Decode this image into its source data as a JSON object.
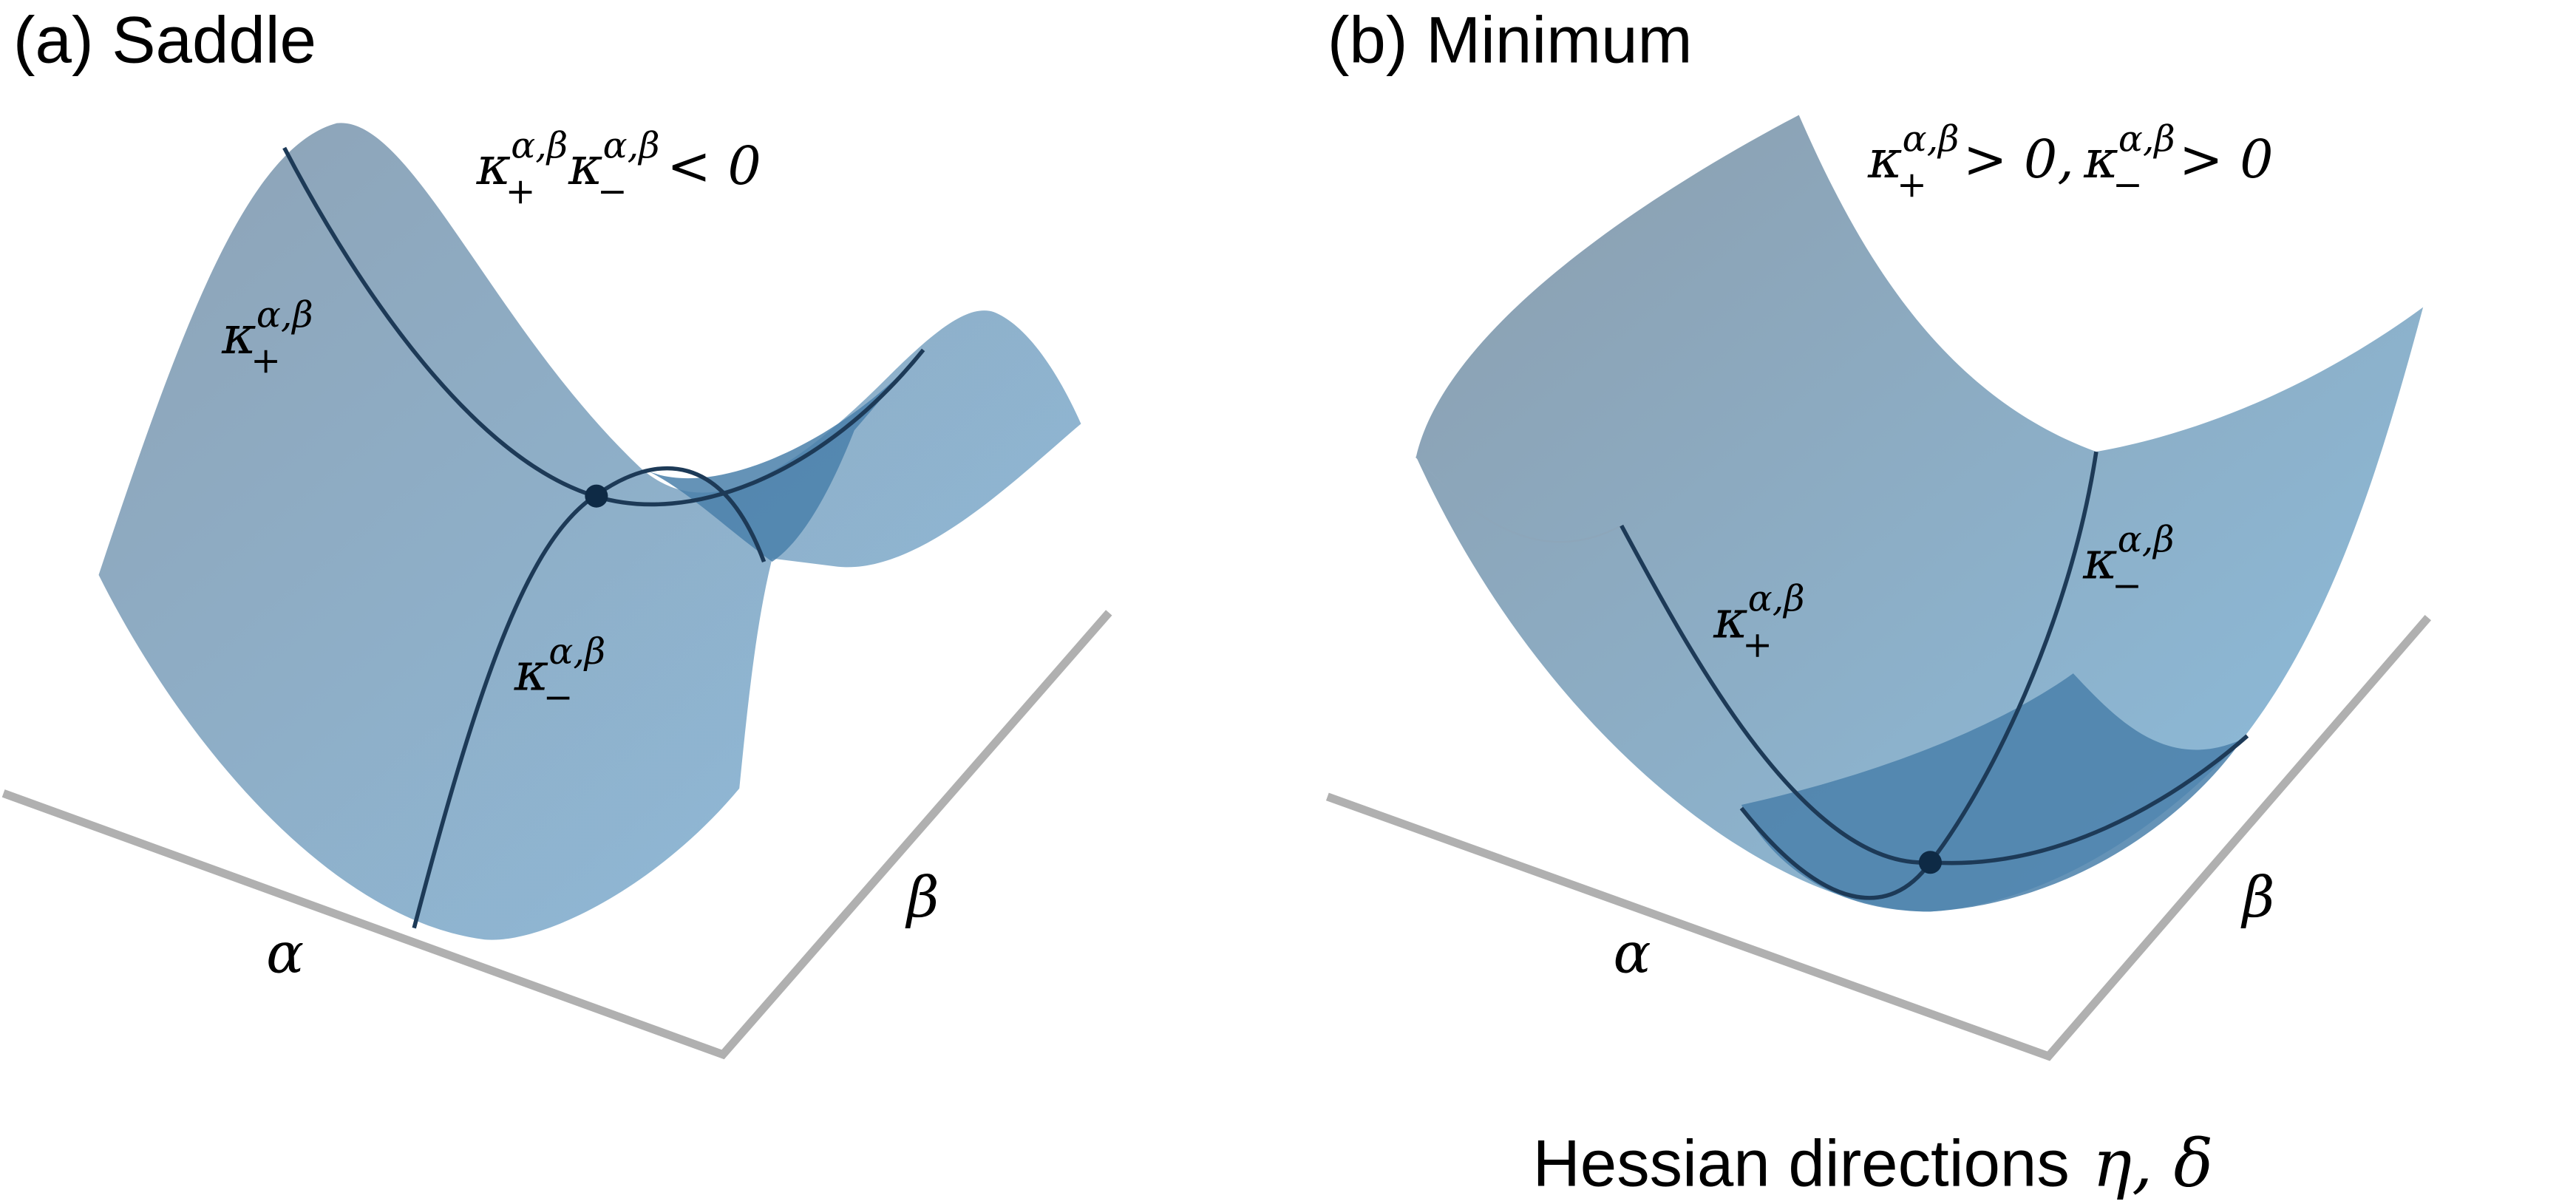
{
  "panels": [
    {
      "title": "(a) Saddle",
      "condition": {
        "k1": "κ",
        "k1_sup": "α,β",
        "k1_sub": "+",
        "k2": "κ",
        "k2_sup": "α,β",
        "k2_sub": "−",
        "rest": "< 0"
      },
      "curve_plus": {
        "base": "κ",
        "sup": "α,β",
        "sub": "+"
      },
      "curve_minus": {
        "base": "κ",
        "sup": "α,β",
        "sub": "−"
      },
      "axis_x": "α",
      "axis_y": "β"
    },
    {
      "title": "(b) Minimum",
      "condition": {
        "k1": "κ",
        "k1_sup": "α,β",
        "k1_sub": "+",
        "mid": "> 0,",
        "k2": "κ",
        "k2_sup": "α,β",
        "k2_sub": "−",
        "rest": "> 0"
      },
      "curve_plus": {
        "base": "κ",
        "sup": "α,β",
        "sub": "+"
      },
      "curve_minus": {
        "base": "κ",
        "sup": "α,β",
        "sub": "−"
      },
      "axis_x": "α",
      "axis_y": "β"
    }
  ],
  "caption": {
    "text": "Hessian directions",
    "symbols": "η, δ"
  },
  "colors": {
    "surface": "#8fb3cf",
    "surface_back": "#8ea5b8",
    "surface_dark": "#4a80aa",
    "curve": "#1d3a57",
    "axis": "#b0b0b0"
  }
}
